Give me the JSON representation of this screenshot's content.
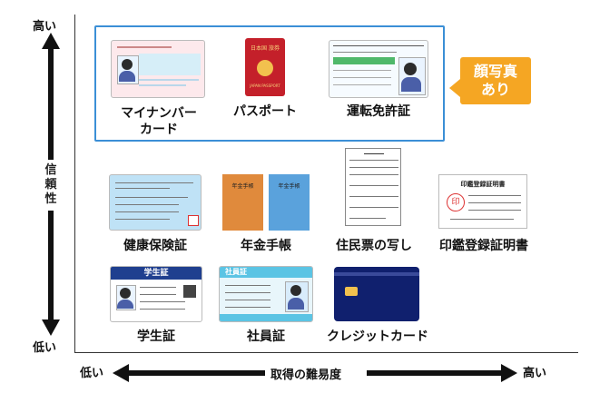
{
  "y_axis": {
    "title_chars": [
      "信",
      "頼",
      "性"
    ],
    "high": "高い",
    "low": "低い"
  },
  "x_axis": {
    "title": "取得の難易度",
    "low": "低い",
    "high": "高い"
  },
  "callout": {
    "line1": "顔写真",
    "line2": "あり"
  },
  "documents": [
    {
      "label": "マイナンバー",
      "label2": "カード"
    },
    {
      "label": "パスポート"
    },
    {
      "label": "運転免許証"
    },
    {
      "label": "健康保険証"
    },
    {
      "label": "年金手帳"
    },
    {
      "label": "住民票の写し"
    },
    {
      "label": "印鑑登録証明書"
    },
    {
      "label": "学生証"
    },
    {
      "label": "社員証"
    },
    {
      "label": "クレジットカード"
    }
  ],
  "card_texts": {
    "pension_title": "年金手帳",
    "seal_title": "印鑑登録証明書",
    "seal_mark": "印",
    "student_header": "学生証",
    "employee_header": "社員証",
    "passport_top": "日本国 旅券",
    "passport_bottom": "JAPAN PASSPORT"
  },
  "colors": {
    "frame": "#3b8fd6",
    "callout": "#f5a623",
    "axis": "#111111"
  }
}
